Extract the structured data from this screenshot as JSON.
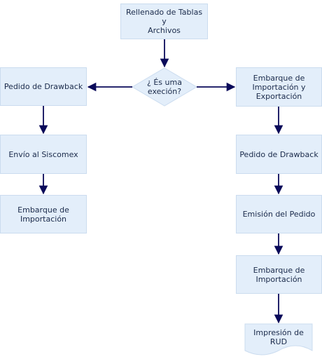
{
  "flowchart": {
    "nodes": {
      "start": "Rellenado de Tablas y\nArchivos",
      "decision": "¿ És uma\nexeción?",
      "left_1": "Pedido de Drawback",
      "left_2": "Envío al Siscomex",
      "left_3": "Embarque de\nImportación",
      "right_1": "Embarque de\nImportación y\nExportación",
      "right_2": "Pedido de Drawback",
      "right_3": "Emisión del Pedido",
      "right_4": "Embarque de\nImportación",
      "document": "Impresión de\nRUD"
    },
    "edges": [
      {
        "from": "start",
        "to": "decision"
      },
      {
        "from": "decision",
        "to": "left_1"
      },
      {
        "from": "decision",
        "to": "right_1"
      },
      {
        "from": "left_1",
        "to": "left_2"
      },
      {
        "from": "left_2",
        "to": "left_3"
      },
      {
        "from": "right_1",
        "to": "right_2"
      },
      {
        "from": "right_2",
        "to": "right_3"
      },
      {
        "from": "right_3",
        "to": "right_4"
      },
      {
        "from": "right_4",
        "to": "document"
      }
    ]
  },
  "colors": {
    "box_fill": "#e3eefa",
    "box_border": "#cbdcef",
    "arrow": "#0a0a5a",
    "text": "#1a2a4a"
  }
}
